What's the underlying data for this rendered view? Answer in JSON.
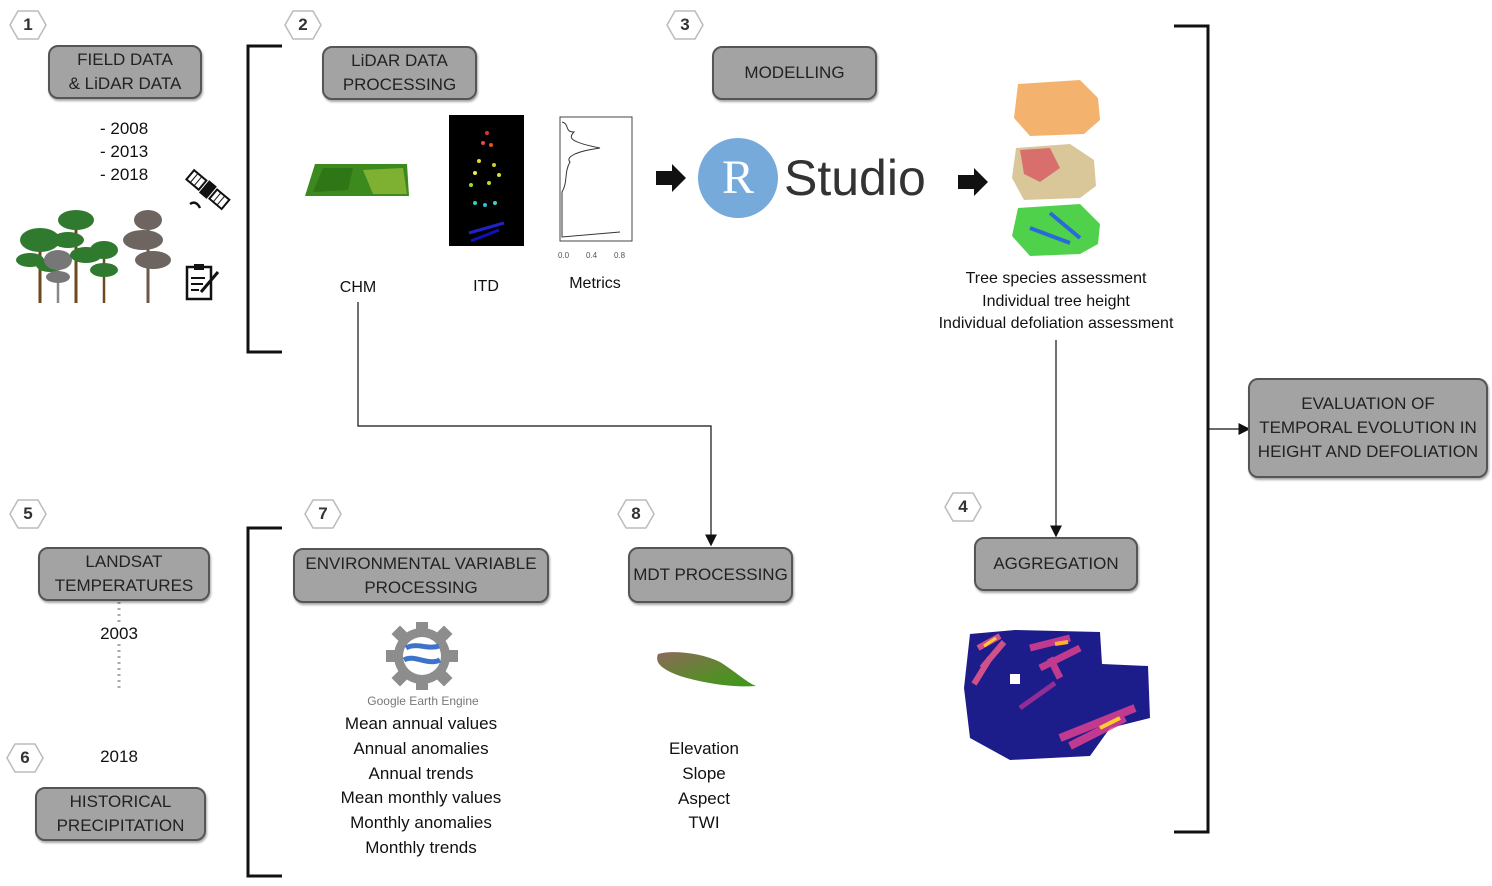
{
  "steps": {
    "s1": {
      "number": "1",
      "title_l1": "FIELD DATA",
      "title_l2": "& LiDAR DATA",
      "years": [
        "- 2008",
        "- 2013",
        "- 2018"
      ]
    },
    "s2": {
      "number": "2",
      "title_l1": "LiDAR DATA",
      "title_l2": "PROCESSING",
      "outputs": [
        "CHM",
        "ITD",
        "Metrics"
      ]
    },
    "s3": {
      "number": "3",
      "title": "MODELLING",
      "software": "Studio",
      "software_mark": "R",
      "results": [
        "Tree species assessment",
        "Individual tree height",
        "Individual defoliation assessment"
      ]
    },
    "s4": {
      "number": "4",
      "title": "AGGREGATION"
    },
    "s5": {
      "number": "5",
      "title_l1": "LANDSAT",
      "title_l2": "TEMPERATURES",
      "year_start": "2003",
      "year_end": "2018"
    },
    "s6": {
      "number": "6",
      "title_l1": "HISTORICAL",
      "title_l2": "PRECIPITATION"
    },
    "s7": {
      "number": "7",
      "title_l1": "ENVIRONMENTAL VARIABLE",
      "title_l2": "PROCESSING",
      "tool": "Google Earth Engine",
      "outputs": [
        "Mean annual values",
        "Annual anomalies",
        "Annual trends",
        "Mean monthly values",
        "Monthly anomalies",
        "Monthly trends"
      ]
    },
    "s8": {
      "number": "8",
      "title": "MDT PROCESSING",
      "outputs": [
        "Elevation",
        "Slope",
        "Aspect",
        "TWI"
      ]
    },
    "final": {
      "title_l1": "EVALUATION OF",
      "title_l2": "TEMPORAL EVOLUTION IN",
      "title_l3": "HEIGHT AND DEFOLIATION"
    }
  },
  "metrics_plot": {
    "xticks": [
      "0.0",
      "0.4",
      "0.8"
    ]
  },
  "colors": {
    "box_fill": "#a3a3a3",
    "rstudio_blue": "#75aadb",
    "heatmap_bg": "#1a1a8c"
  }
}
